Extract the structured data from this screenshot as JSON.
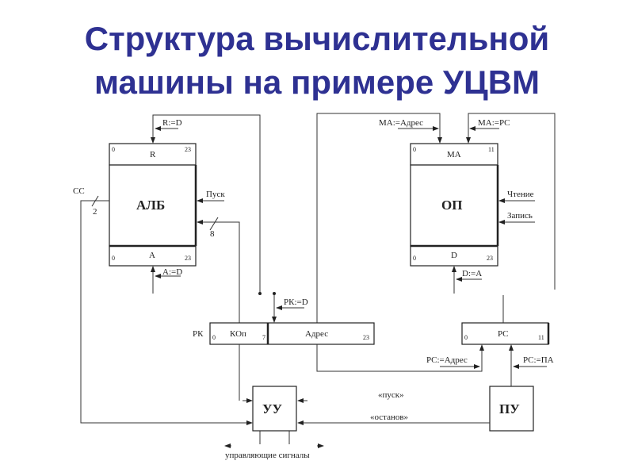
{
  "title": {
    "line1": "Структура вычислительной",
    "line2": "машины на примере УЦВМ"
  },
  "alu": {
    "name": "АЛБ",
    "reg_r": "R",
    "reg_a": "A",
    "bit_start": "0",
    "bit_end": "23",
    "r_load": "R:=D",
    "a_load": "A:=D",
    "start": "Пуск",
    "cc": "СС",
    "cc_width": "2",
    "op_width": "8"
  },
  "memory": {
    "name": "ОП",
    "reg_ma": "MA",
    "reg_d": "D",
    "bit_start": "0",
    "ma_end": "11",
    "d_end": "23",
    "ma_addr": "MA:=Адрес",
    "ma_pc": "MA:=PC",
    "read": "Чтение",
    "write": "Запись",
    "d_load": "D:=A"
  },
  "instr_reg": {
    "name": "РК",
    "opcode": "КОп",
    "address": "Адрес",
    "bit_start": "0",
    "bit_mid": "7",
    "bit_end": "23",
    "load": "РК:=D"
  },
  "pc": {
    "name": "PC",
    "bit_start": "0",
    "bit_end": "11",
    "load_addr": "PC:=Адрес",
    "load_pa": "PC:=ПА"
  },
  "control_unit": {
    "name": "УУ",
    "signals": "управляющие сигналы"
  },
  "console": {
    "name": "ПУ",
    "start": "«пуск»",
    "stop": "«останов»"
  },
  "colors": {
    "title": "#2e3192"
  }
}
